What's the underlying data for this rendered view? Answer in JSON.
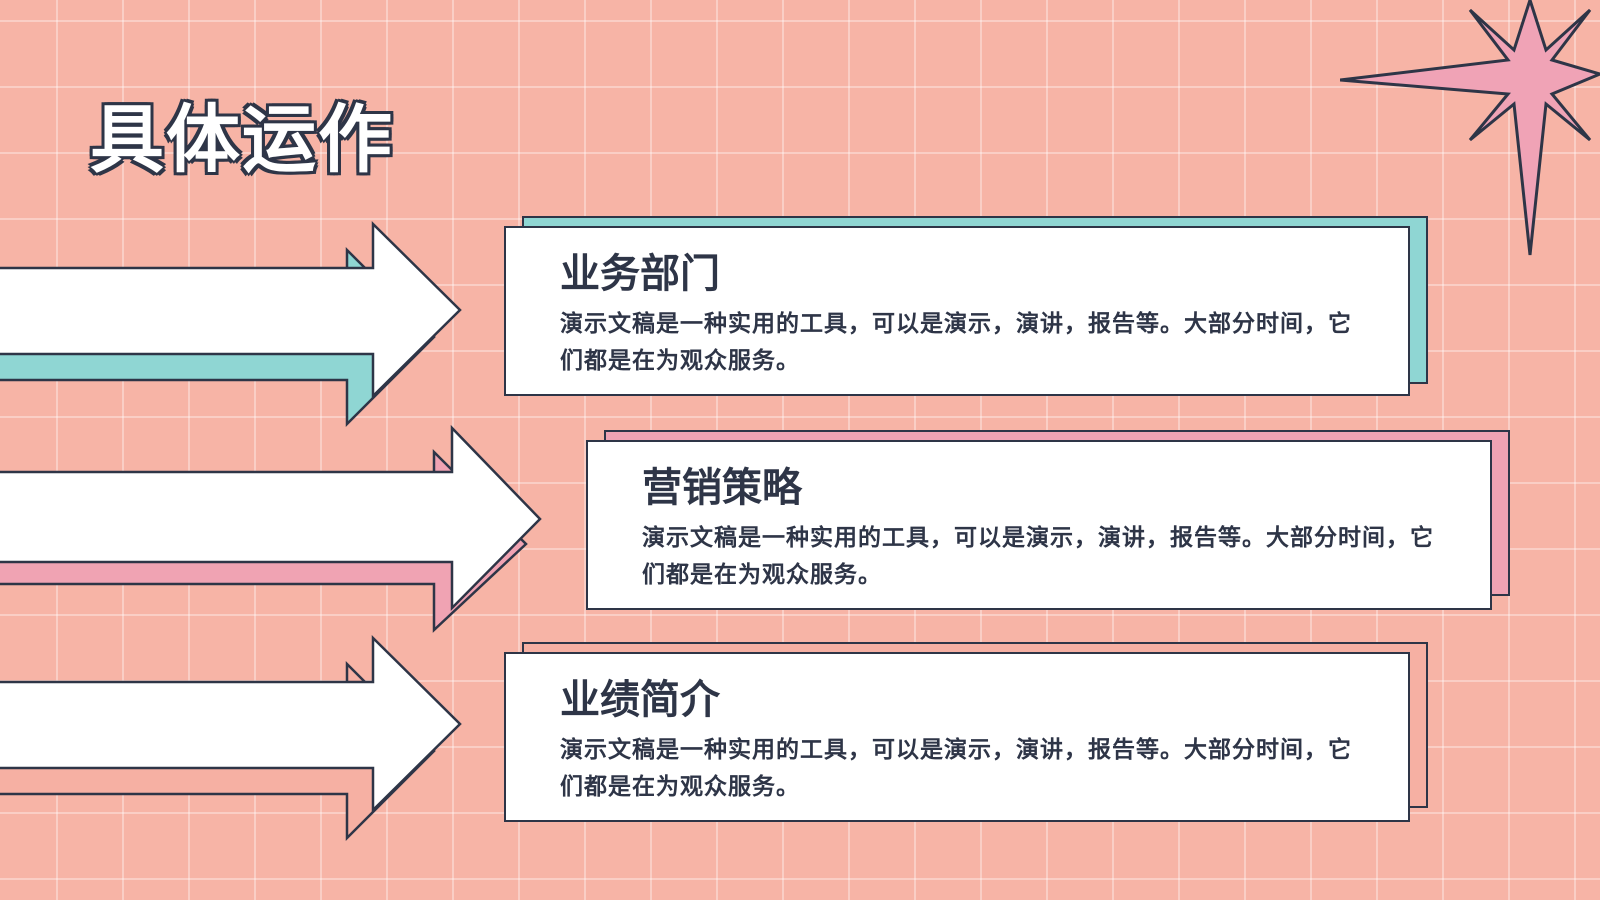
{
  "slide": {
    "title": "具体运作"
  },
  "colors": {
    "background": "#f7b4a6",
    "ink": "#2e3547",
    "teal": "#8fd6d3",
    "pink": "#f0a3b3",
    "peach": "#f6b0a3",
    "star": "#f0a3b6"
  },
  "decorations": {
    "star": "eight-point-star-icon"
  },
  "items": [
    {
      "title": "业务部门",
      "text": "演示文稿是一种实用的工具，可以是演示，演讲，报告等。大部分时间，它们都是在为观众服务。",
      "accent": "teal"
    },
    {
      "title": "营销策略",
      "text": "演示文稿是一种实用的工具，可以是演示，演讲，报告等。大部分时间，它们都是在为观众服务。",
      "accent": "pink"
    },
    {
      "title": "业绩简介",
      "text": "演示文稿是一种实用的工具，可以是演示，演讲，报告等。大部分时间，它们都是在为观众服务。",
      "accent": "peach"
    }
  ]
}
